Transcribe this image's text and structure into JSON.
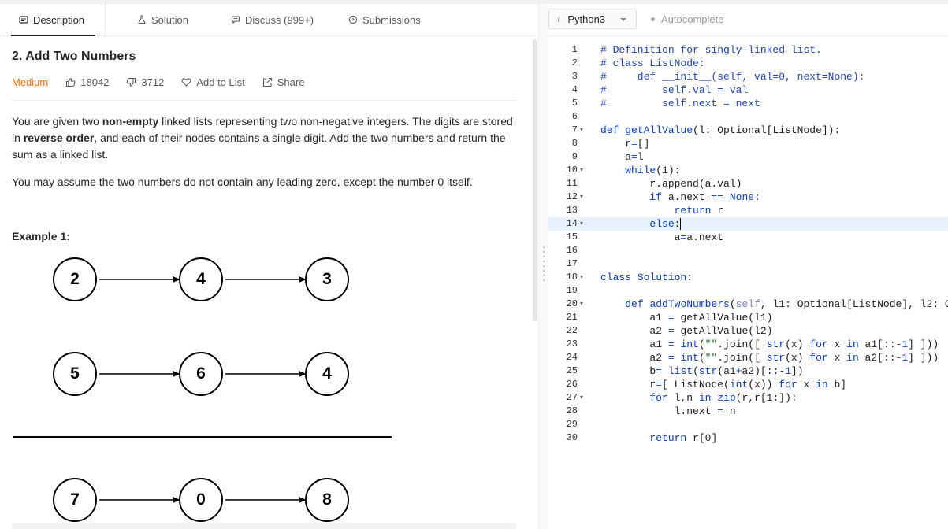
{
  "tabs": [
    {
      "label": "Description",
      "icon": "description-icon"
    },
    {
      "label": "Solution",
      "icon": "flask-icon"
    },
    {
      "label": "Discuss (999+)",
      "icon": "chat-icon"
    },
    {
      "label": "Submissions",
      "icon": "clock-icon"
    }
  ],
  "problem": {
    "title": "2. Add Two Numbers",
    "difficulty": "Medium",
    "likes": "18042",
    "dislikes": "3712",
    "add_to_list": "Add to List",
    "share": "Share",
    "para1": [
      "You are given two ",
      "non-empty",
      " linked lists representing two non-negative integers. The digits are stored in ",
      "reverse order",
      ", and each of their nodes contains a single digit. Add the two numbers and return the sum as a linked list."
    ],
    "para2": "You may assume the two numbers do not contain any leading zero, except the number 0 itself.",
    "example_label": "Example 1:",
    "diagram": {
      "row1": [
        "2",
        "4",
        "3"
      ],
      "row2": [
        "5",
        "6",
        "4"
      ],
      "row3": [
        "7",
        "0",
        "8"
      ]
    }
  },
  "editor": {
    "language": "Python3",
    "autocomplete": "Autocomplete",
    "lines": [
      {
        "n": "1",
        "fold": false,
        "html": "<span class='c'># Definition for singly-linked list.</span>"
      },
      {
        "n": "2",
        "fold": false,
        "html": "<span class='c'># class ListNode:</span>"
      },
      {
        "n": "3",
        "fold": false,
        "html": "<span class='c'>#     def __init__(self, val=0, next=None):</span>"
      },
      {
        "n": "4",
        "fold": false,
        "html": "<span class='c'>#         self.val = val</span>"
      },
      {
        "n": "5",
        "fold": false,
        "html": "<span class='c'>#         self.next = next</span>"
      },
      {
        "n": "6",
        "fold": false,
        "html": ""
      },
      {
        "n": "7",
        "fold": true,
        "html": "<span class='k'>def</span> <span class='k'>getAllValue</span>(l: Optional[ListNode]):"
      },
      {
        "n": "8",
        "fold": false,
        "html": "    r<span class='o'>=</span>[]"
      },
      {
        "n": "9",
        "fold": false,
        "html": "    a<span class='o'>=</span>l"
      },
      {
        "n": "10",
        "fold": true,
        "html": "    <span class='k'>while</span>(1):"
      },
      {
        "n": "11",
        "fold": false,
        "html": "        r.append(a.val)"
      },
      {
        "n": "12",
        "fold": true,
        "html": "        <span class='k'>if</span> a.next <span class='o'>==</span> <span class='k'>None</span>:"
      },
      {
        "n": "13",
        "fold": false,
        "html": "            <span class='k'>return</span> r"
      },
      {
        "n": "14",
        "fold": true,
        "html": "        <span class='k'>else</span>:<span class='cursor'></span>",
        "highlight": true
      },
      {
        "n": "15",
        "fold": false,
        "html": "            a<span class='o'>=</span>a.next"
      },
      {
        "n": "16",
        "fold": false,
        "html": ""
      },
      {
        "n": "17",
        "fold": false,
        "html": ""
      },
      {
        "n": "18",
        "fold": true,
        "html": "<span class='k'>class</span> <span class='k'>Solution</span>:"
      },
      {
        "n": "19",
        "fold": false,
        "html": ""
      },
      {
        "n": "20",
        "fold": true,
        "html": "    <span class='k'>def</span> <span class='k'>addTwoNumbers</span>(<span class='p'>self</span>, l1: Optional[ListNode], l2: O"
      },
      {
        "n": "21",
        "fold": false,
        "html": "        a1 <span class='o'>=</span> getAllValue(l1)"
      },
      {
        "n": "22",
        "fold": false,
        "html": "        a2 <span class='o'>=</span> getAllValue(l2)"
      },
      {
        "n": "23",
        "fold": false,
        "html": "        a1 <span class='o'>=</span> <span class='k'>int</span>(<span class='s'>\"\"</span>.join([ <span class='k'>str</span>(x) <span class='k'>for</span> x <span class='k'>in</span> a1[::<span class='o'>-1</span>] ]))"
      },
      {
        "n": "24",
        "fold": false,
        "html": "        a2 <span class='o'>=</span> <span class='k'>int</span>(<span class='s'>\"\"</span>.join([ <span class='k'>str</span>(x) <span class='k'>for</span> x <span class='k'>in</span> a2[::<span class='o'>-1</span>] ]))"
      },
      {
        "n": "25",
        "fold": false,
        "html": "        b<span class='o'>=</span> <span class='k'>list</span>(<span class='k'>str</span>(a1<span class='o'>+</span>a2)[::<span class='o'>-1</span>])"
      },
      {
        "n": "26",
        "fold": false,
        "html": "        r<span class='o'>=</span>[ ListNode(<span class='k'>int</span>(x)) <span class='k'>for</span> x <span class='k'>in</span> b]"
      },
      {
        "n": "27",
        "fold": true,
        "html": "        <span class='k'>for</span> l,n <span class='k'>in</span> <span class='k'>zip</span>(r,r[1:]):"
      },
      {
        "n": "28",
        "fold": false,
        "html": "            l.next <span class='o'>=</span> n"
      },
      {
        "n": "29",
        "fold": false,
        "html": ""
      },
      {
        "n": "30",
        "fold": false,
        "html": "        <span class='k'>return</span> r[0]"
      }
    ]
  }
}
